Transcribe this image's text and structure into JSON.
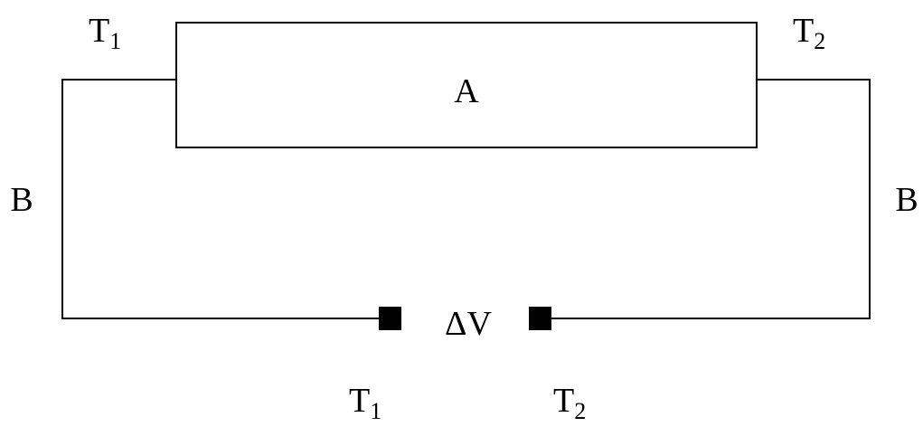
{
  "diagram": {
    "material_a": {
      "label": "A"
    },
    "material_b": {
      "left_label": "B",
      "right_label": "B"
    },
    "junction_left": {
      "base": "T",
      "sub": "1"
    },
    "junction_right": {
      "base": "T",
      "sub": "2"
    },
    "terminal_left": {
      "base": "T",
      "sub": "1"
    },
    "terminal_right": {
      "base": "T",
      "sub": "2"
    },
    "voltage": {
      "label": "ΔV"
    },
    "colors": {
      "stroke": "#000000",
      "background": "#ffffff"
    }
  }
}
